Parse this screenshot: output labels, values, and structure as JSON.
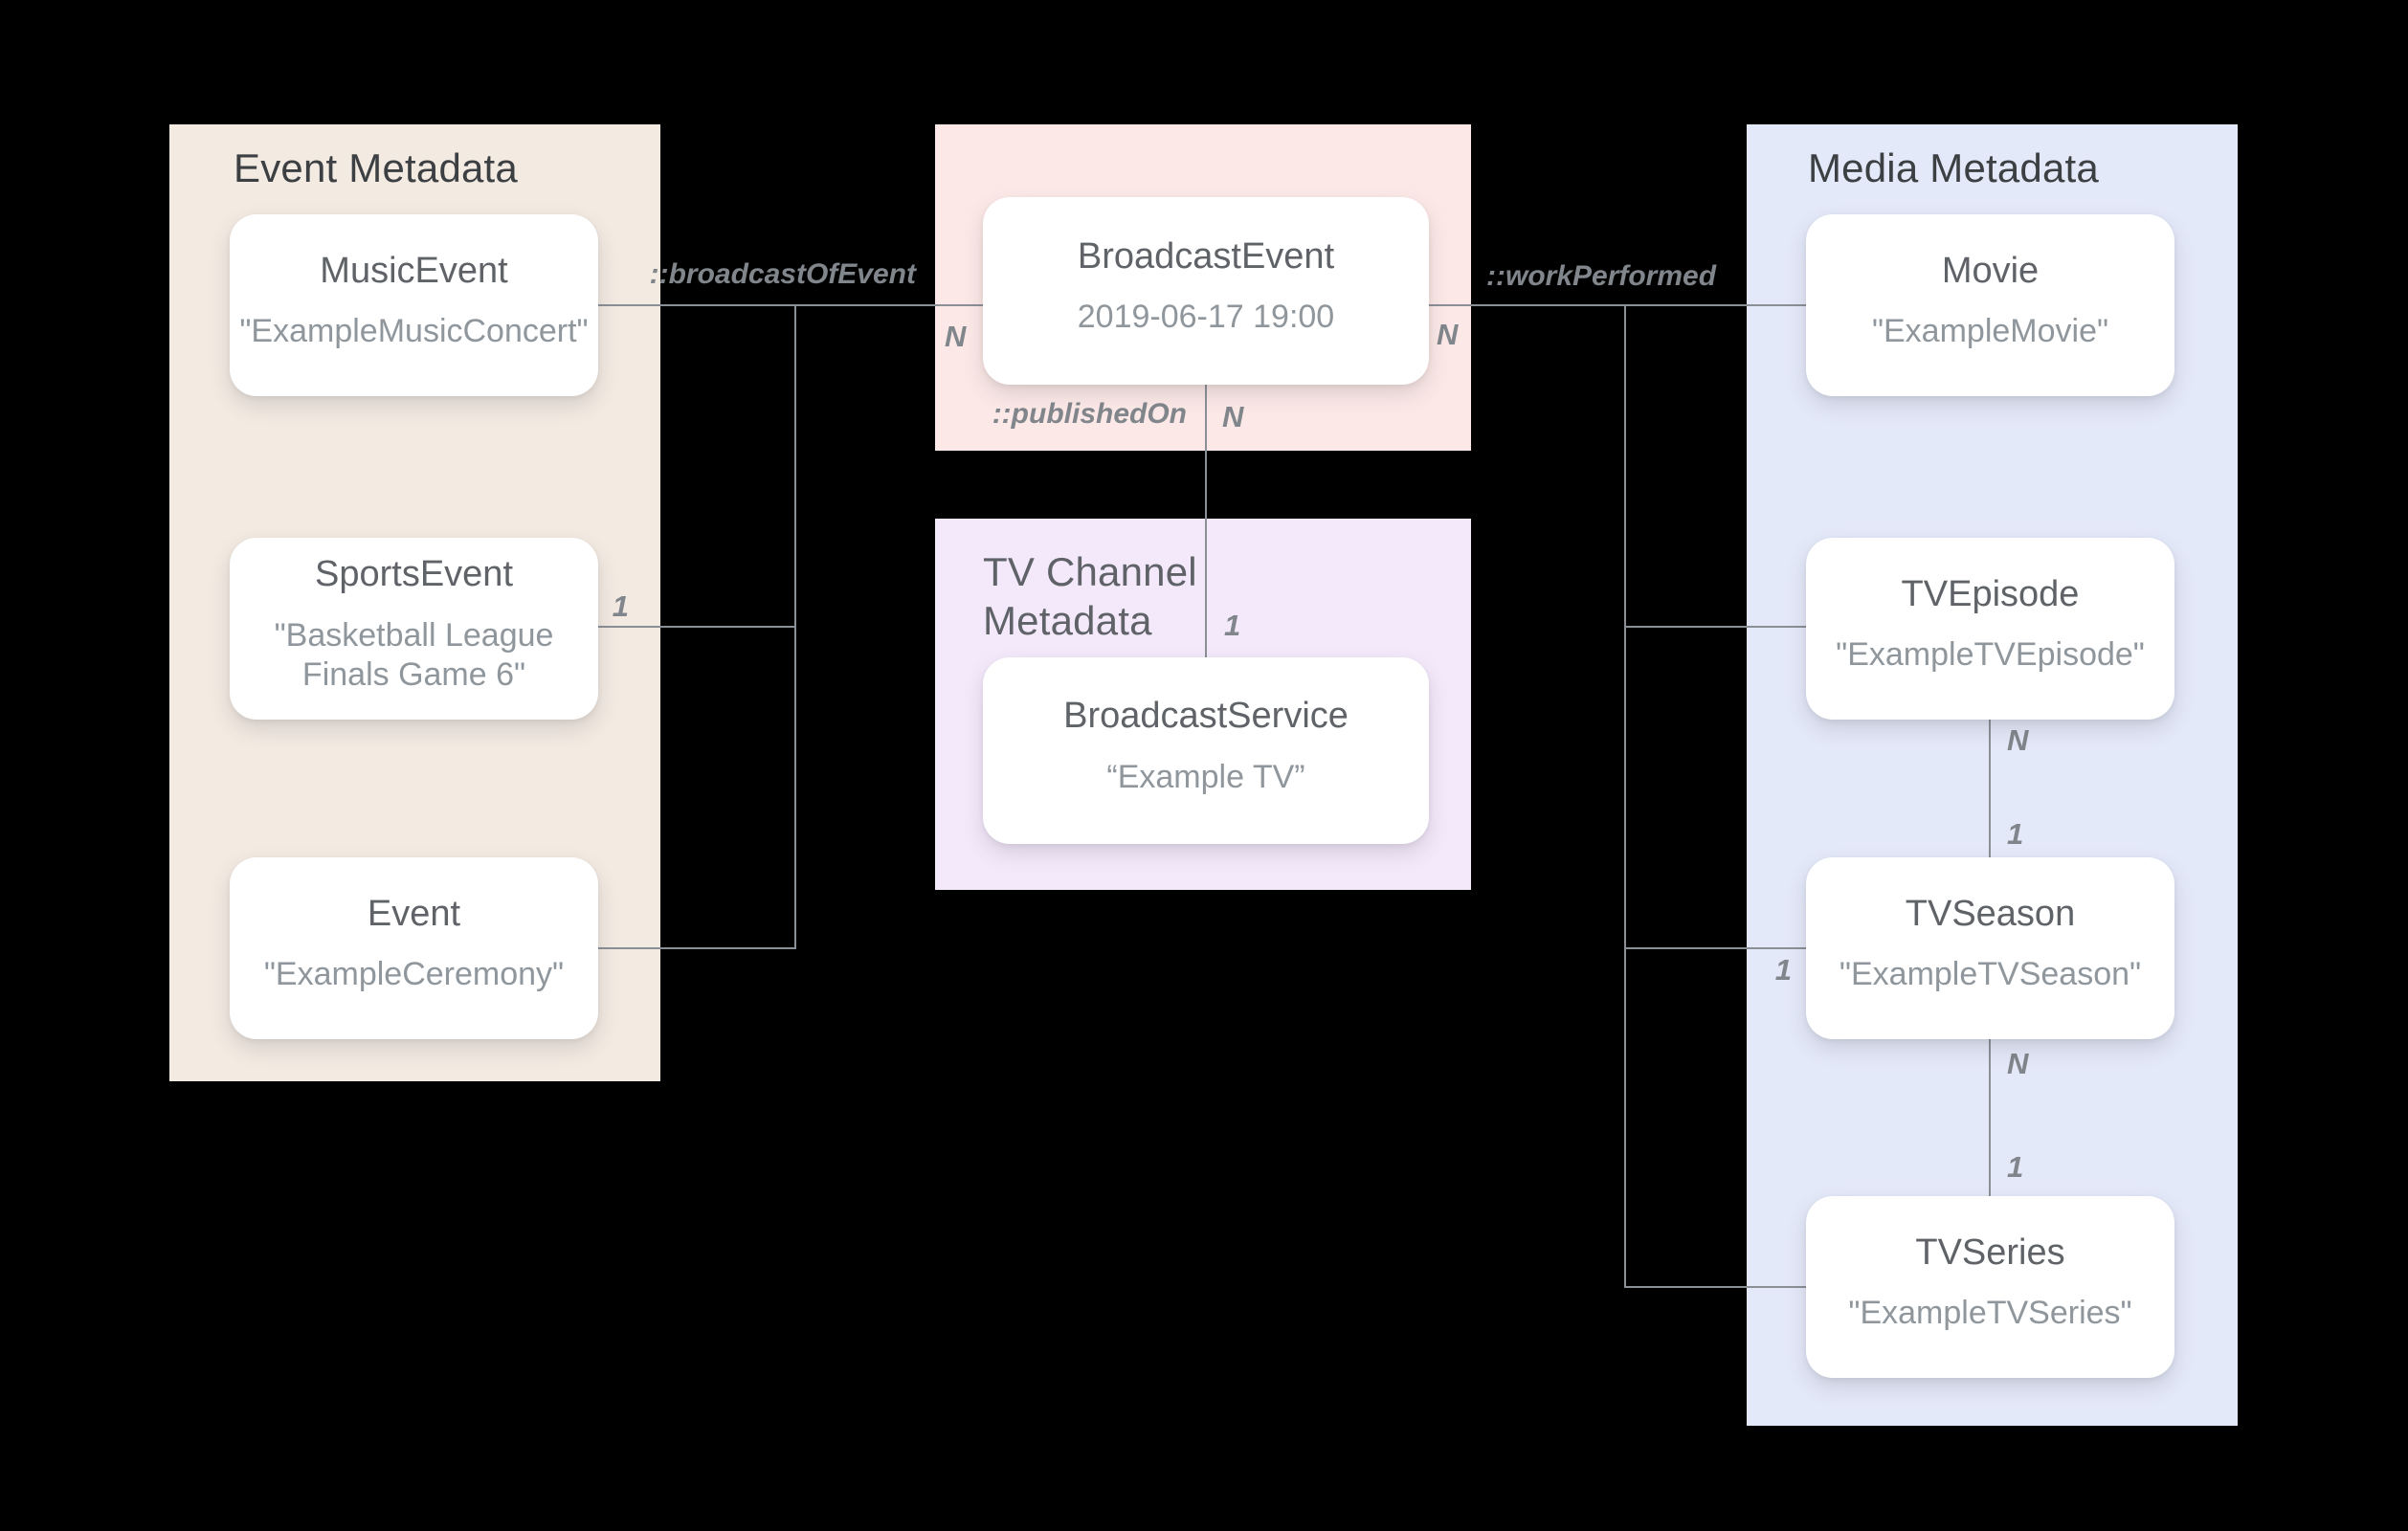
{
  "colors": {
    "background": "#000000",
    "event_panel": "#F3EAE2",
    "broadcast_panel": "#FCE9E7",
    "tv_channel_panel": "#F4E9FB",
    "media_panel": "#E4E9F9",
    "node_background": "#FFFFFF",
    "connector_line": "#8A9096",
    "panel_title_text": "#3C4043",
    "tv_channel_title_text": "#5F6368",
    "node_title_text": "#5F6368",
    "node_value_text": "#8F969C",
    "relationship_label_text": "#80868B"
  },
  "panels": {
    "event": {
      "title": "Event Metadata"
    },
    "tv_channel": {
      "title": "TV Channel Metadata"
    },
    "media": {
      "title": "Media Metadata"
    }
  },
  "nodes": {
    "music_event": {
      "title": "MusicEvent",
      "value": "\"ExampleMusicConcert\""
    },
    "sports_event": {
      "title": "SportsEvent",
      "value": "\"Basketball League Finals Game 6\""
    },
    "event": {
      "title": "Event",
      "value": "\"ExampleCeremony\""
    },
    "broadcast_event": {
      "title": "BroadcastEvent",
      "value": "2019-06-17 19:00"
    },
    "broadcast_service": {
      "title": "BroadcastService",
      "value": "“Example TV”"
    },
    "movie": {
      "title": "Movie",
      "value": "\"ExampleMovie\""
    },
    "tv_episode": {
      "title": "TVEpisode",
      "value": "\"ExampleTVEpisode\""
    },
    "tv_season": {
      "title": "TVSeason",
      "value": "\"ExampleTVSeason\""
    },
    "tv_series": {
      "title": "TVSeries",
      "value": "\"ExampleTVSeries\""
    }
  },
  "relationships": {
    "broadcast_of_event": {
      "label": "::broadcastOfEvent",
      "cardinality_broadcast_side": "N",
      "cardinality_event_side": "1"
    },
    "published_on": {
      "label": "::publishedOn",
      "cardinality_broadcast_side": "N",
      "cardinality_service_side": "1"
    },
    "work_performed": {
      "label": "::workPerformed",
      "cardinality_broadcast_side": "N",
      "cardinality_season_side": "1"
    },
    "episode_to_season": {
      "cardinality_episode_side": "N",
      "cardinality_season_side": "1"
    },
    "season_to_series": {
      "cardinality_season_side": "N",
      "cardinality_series_side": "1"
    }
  }
}
